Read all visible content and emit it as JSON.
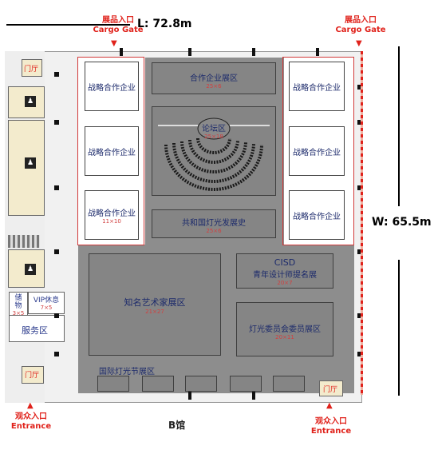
{
  "cargo_gate_left": {
    "cn": "展品入口",
    "en": "Cargo Gate"
  },
  "cargo_gate_right": {
    "cn": "展品入口",
    "en": "Cargo Gate"
  },
  "length_label": "L: 72.8m",
  "width_label": "W: 65.5m",
  "hall_name": "B馆",
  "entrance_left": {
    "cn": "观众入口",
    "en": "Entrance"
  },
  "entrance_right": {
    "cn": "观众入口",
    "en": "Entrance"
  },
  "lobby_left_top": "门厅",
  "lobby_left_bottom": "门厅",
  "lobby_right_bottom": "门厅",
  "zones": {
    "partner": {
      "label": "合作企业展区",
      "size": "25×6"
    },
    "forum": {
      "label": "论坛区",
      "size": "25×18"
    },
    "history": {
      "label": "共和国灯光发展史",
      "size": "25×6"
    },
    "strategic_left": [
      {
        "label": "战略合作企业",
        "size": ""
      },
      {
        "label": "战略合作企业",
        "size": ""
      },
      {
        "label": "战略合作企业",
        "size": "11×10"
      }
    ],
    "strategic_right": [
      {
        "label": "战略合作企业"
      },
      {
        "label": "战略合作企业"
      },
      {
        "label": "战略合作企业"
      }
    ],
    "artist": {
      "label": "知名艺术家展区",
      "size": "21×27"
    },
    "cisd": {
      "line1": "CISD",
      "line2": "青年设计师提名展",
      "size": "20×7"
    },
    "committee": {
      "label": "灯光委员会委员展区",
      "size": "20×11"
    },
    "festival": {
      "label": "国际灯光节展区"
    },
    "storage": {
      "label": "储物",
      "size": "3×5"
    },
    "vip": {
      "label": "VIP休息",
      "size": "7×5"
    },
    "service": {
      "label": "服务区"
    }
  },
  "colors": {
    "hall": "#8d8d8d",
    "accent": "#e0221b",
    "navy": "#2a3a8c"
  }
}
